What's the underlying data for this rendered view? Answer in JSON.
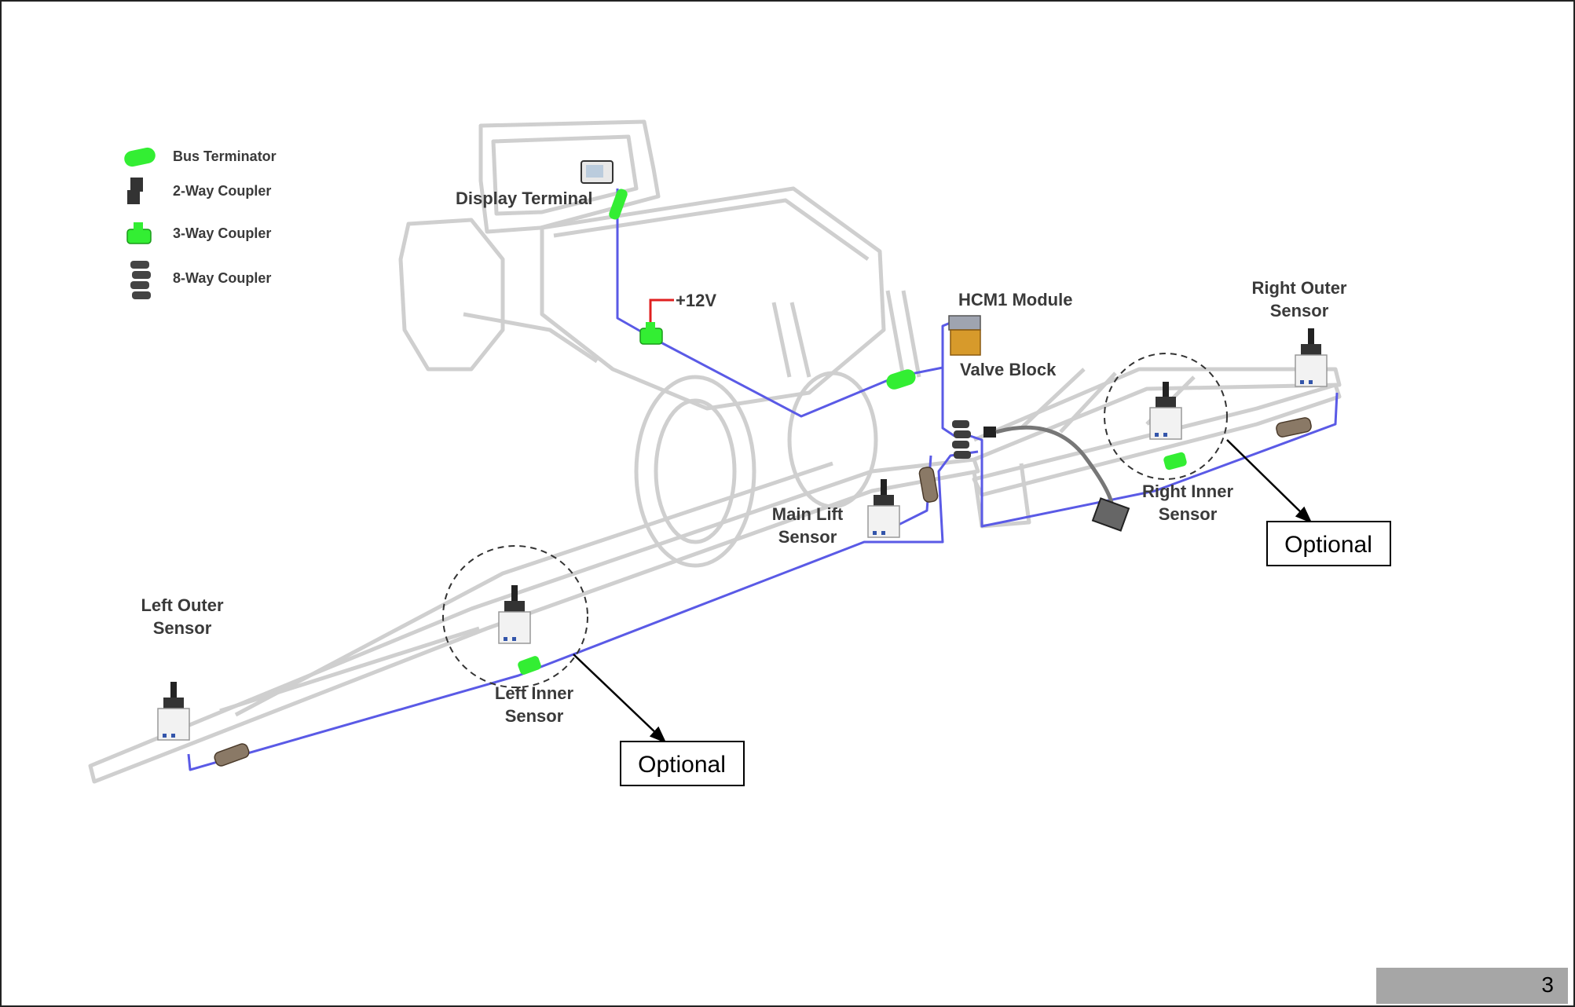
{
  "legend": [
    {
      "icon": "bus-terminator-icon",
      "label": "Bus Terminator",
      "color": "#33ee33"
    },
    {
      "icon": "two-way-coupler-icon",
      "label": "2-Way Coupler",
      "color": "#333333"
    },
    {
      "icon": "three-way-coupler-icon",
      "label": "3-Way Coupler",
      "color": "#33ee33"
    },
    {
      "icon": "eight-way-coupler-icon",
      "label": "8-Way Coupler",
      "color": "#444444"
    }
  ],
  "labels": {
    "display_terminal": "Display Terminal",
    "power": "+12V",
    "hcm1_module": "HCM1 Module",
    "valve_block": "Valve Block",
    "right_outer_1": "Right Outer",
    "right_outer_2": "Sensor",
    "right_inner_1": "Right Inner",
    "right_inner_2": "Sensor",
    "main_lift_1": "Main Lift",
    "main_lift_2": "Sensor",
    "left_outer_1": "Left Outer",
    "left_outer_2": "Sensor",
    "left_inner_1": "Left Inner",
    "left_inner_2": "Sensor"
  },
  "callouts": {
    "right_optional": "Optional",
    "left_optional": "Optional"
  },
  "page_number": "3",
  "colors": {
    "cable": "#5a5ae6",
    "outline": "#cfcfcf",
    "terminator": "#33ee33",
    "power_lead": "#e02020"
  }
}
